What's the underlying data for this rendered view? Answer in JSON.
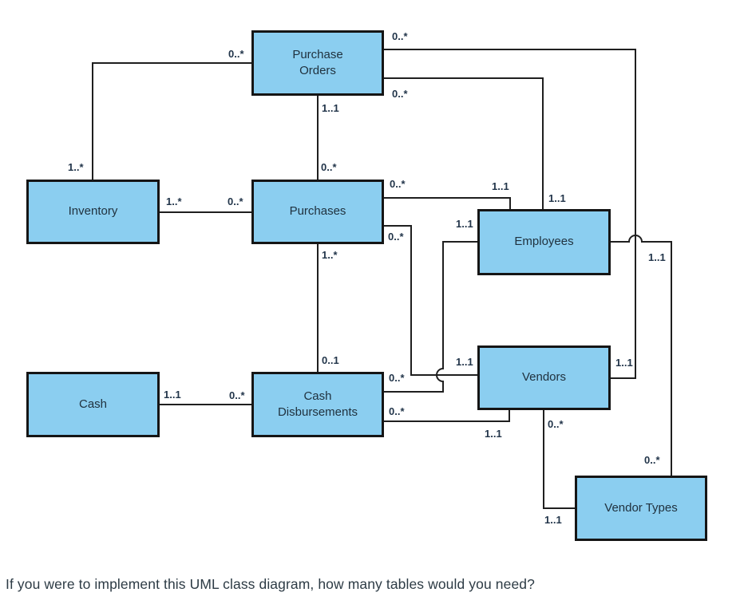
{
  "question": {
    "text": "If you were to implement this UML class diagram, how many tables would you need?"
  },
  "colors": {
    "class_fill": "#8bcef0",
    "class_border": "#151515",
    "association_line": "#1f1f1f",
    "class_text": "#20323f",
    "question_text": "#2d3b45"
  },
  "diagram": {
    "type": "uml-class-diagram",
    "classes": [
      {
        "id": "purchase-orders",
        "label": "Purchase\nOrders"
      },
      {
        "id": "inventory",
        "label": "Inventory"
      },
      {
        "id": "purchases",
        "label": "Purchases"
      },
      {
        "id": "employees",
        "label": "Employees"
      },
      {
        "id": "cash",
        "label": "Cash"
      },
      {
        "id": "cash-disbursements",
        "label": "Cash\nDisbursements"
      },
      {
        "id": "vendors",
        "label": "Vendors"
      },
      {
        "id": "vendor-types",
        "label": "Vendor Types"
      }
    ],
    "associations": [
      {
        "from": "Purchase Orders",
        "to": "Inventory",
        "from_mult": "0..*",
        "to_mult": "1..*"
      },
      {
        "from": "Purchase Orders",
        "to": "Purchases",
        "from_mult": "1..1",
        "to_mult": "0..*"
      },
      {
        "from": "Inventory",
        "to": "Purchases",
        "from_mult": "1..*",
        "to_mult": "0..*"
      },
      {
        "from": "Purchases",
        "to": "Cash Disbursements",
        "from_mult": "1..*",
        "to_mult": "0..1"
      },
      {
        "from": "Cash",
        "to": "Cash Disbursements",
        "from_mult": "1..1",
        "to_mult": "0..*"
      },
      {
        "from": "Purchase Orders",
        "to": "Vendors",
        "from_mult": "0..*",
        "to_mult": "1..1"
      },
      {
        "from": "Purchase Orders",
        "to": "Employees",
        "from_mult": "0..*",
        "to_mult": "1..1"
      },
      {
        "from": "Purchases",
        "to": "Employees",
        "from_mult": "0..*",
        "to_mult": "1..1"
      },
      {
        "from": "Purchases",
        "to": "Vendors",
        "from_mult": "0..*",
        "to_mult": "1..1"
      },
      {
        "from": "Employees",
        "to": "Cash Disbursements",
        "from_mult": "1..1",
        "to_mult": "0..*"
      },
      {
        "from": "Cash Disbursements",
        "to": "Vendors",
        "from_mult": "0..*",
        "to_mult": "1..1"
      },
      {
        "from": "Vendors",
        "to": "Vendor Types",
        "from_mult": "0..*",
        "to_mult": "1..1"
      },
      {
        "from": "Employees",
        "to": "Vendor Types",
        "from_mult": "1..1",
        "to_mult": "0..*"
      }
    ]
  }
}
